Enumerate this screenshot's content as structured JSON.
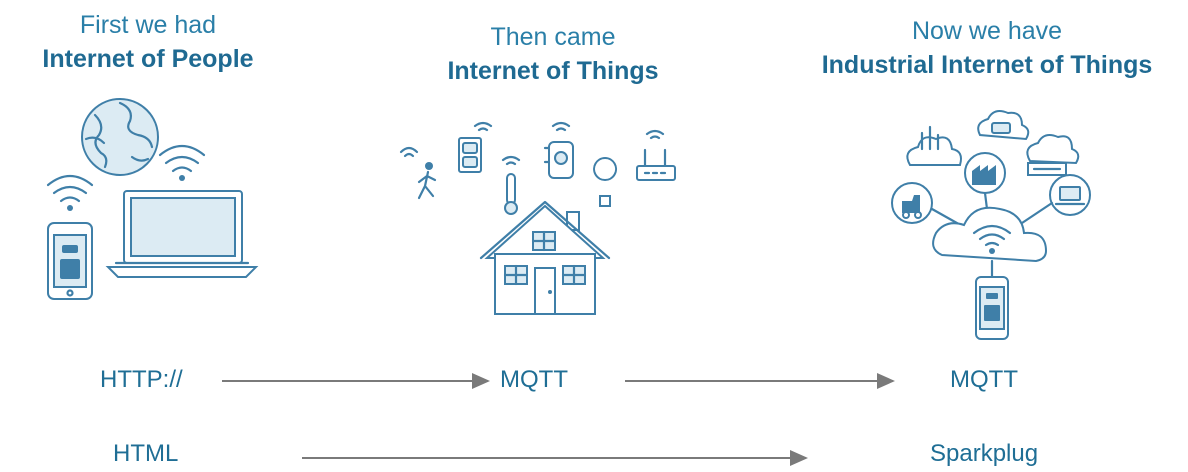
{
  "columns": [
    {
      "pre": "First we had",
      "strong": "Internet of People"
    },
    {
      "pre": "Then came",
      "strong": "Internet of Things"
    },
    {
      "pre": "Now we have",
      "strong": "Industrial Internet of Things"
    }
  ],
  "protocols": {
    "row1": [
      "HTTP://",
      "MQTT",
      "MQTT"
    ],
    "row2": [
      "HTML",
      "Sparkplug"
    ]
  },
  "icons": {
    "people": [
      "globe-icon",
      "laptop-icon",
      "smartphone-icon",
      "wifi-icon"
    ],
    "things": [
      "house-icon",
      "walking-person-icon",
      "outlet-icon",
      "thermometer-icon",
      "plug-icon",
      "light-bulb-icon",
      "router-icon",
      "wifi-icon"
    ],
    "iiot": [
      "cloud-icon",
      "factory-icon",
      "forklift-icon",
      "laptop-icon",
      "server-icon",
      "smartphone-icon",
      "wifi-icon"
    ]
  },
  "colors": {
    "text": "#1f6e95",
    "icon_stroke": "#3f7fa8",
    "arrow": "#7a7a7a"
  }
}
